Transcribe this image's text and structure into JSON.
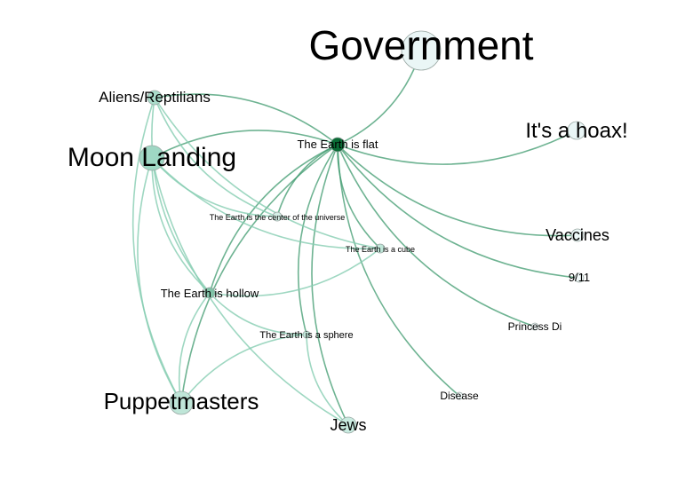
{
  "graph": {
    "nodes": [
      {
        "id": "gov",
        "label": "Government"
      },
      {
        "id": "hoax",
        "label": "It's a hoax!"
      },
      {
        "id": "vacc",
        "label": "Vaccines"
      },
      {
        "id": "911",
        "label": "9/11"
      },
      {
        "id": "di",
        "label": "Princess Di"
      },
      {
        "id": "dis",
        "label": "Disease"
      },
      {
        "id": "jews",
        "label": "Jews"
      },
      {
        "id": "pup",
        "label": "Puppetmasters"
      },
      {
        "id": "sphere",
        "label": "The Earth is a sphere"
      },
      {
        "id": "hollow",
        "label": "The Earth is hollow"
      },
      {
        "id": "center",
        "label": "The Earth is the center of the universe"
      },
      {
        "id": "cube",
        "label": "The Earth is a cube"
      },
      {
        "id": "flat",
        "label": "The Earth is flat"
      },
      {
        "id": "moon",
        "label": "Moon Landing"
      },
      {
        "id": "aliens",
        "label": "Aliens/Reptilians"
      }
    ],
    "edges": [
      [
        "flat",
        "gov"
      ],
      [
        "flat",
        "hoax"
      ],
      [
        "flat",
        "vacc"
      ],
      [
        "flat",
        "911"
      ],
      [
        "flat",
        "di"
      ],
      [
        "flat",
        "dis"
      ],
      [
        "flat",
        "jews"
      ],
      [
        "flat",
        "pup"
      ],
      [
        "flat",
        "sphere"
      ],
      [
        "flat",
        "hollow"
      ],
      [
        "flat",
        "center"
      ],
      [
        "flat",
        "cube"
      ],
      [
        "flat",
        "moon"
      ],
      [
        "flat",
        "aliens"
      ],
      [
        "moon",
        "hollow"
      ],
      [
        "moon",
        "center"
      ],
      [
        "moon",
        "cube"
      ],
      [
        "moon",
        "pup"
      ],
      [
        "moon",
        "jews"
      ],
      [
        "aliens",
        "hollow"
      ],
      [
        "aliens",
        "center"
      ],
      [
        "aliens",
        "cube"
      ],
      [
        "aliens",
        "pup"
      ],
      [
        "hollow",
        "cube"
      ],
      [
        "hollow",
        "sphere"
      ],
      [
        "hollow",
        "pup"
      ],
      [
        "sphere",
        "pup"
      ],
      [
        "sphere",
        "jews"
      ]
    ]
  }
}
